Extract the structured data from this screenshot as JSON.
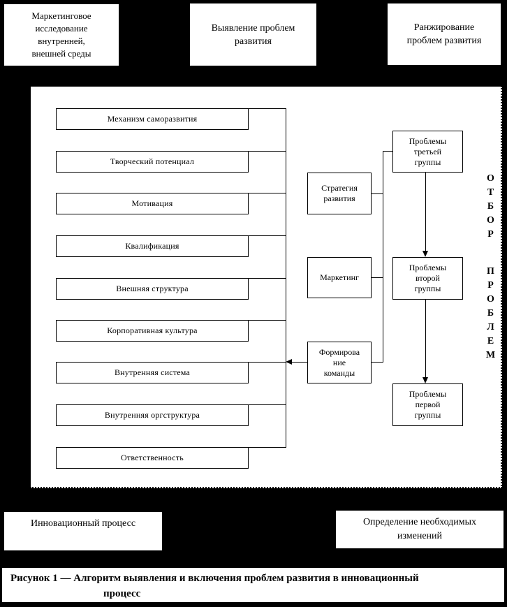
{
  "colors": {
    "background": "#000000",
    "panel": "#ffffff",
    "line": "#000000",
    "text": "#000000"
  },
  "top_row": {
    "box1": "Маркетинговое\nисследование\nвнутренней,\nвнешней среды",
    "box2": "Выявление проблем\nразвития",
    "box3": "Ранжирование\nпроблем развития"
  },
  "diagram": {
    "left_factors": [
      "Механизм саморазвития",
      "Творческий потенциал",
      "Мотивация",
      "Квалификация",
      "Внешняя структура",
      "Корпоративная культура",
      "Внутренняя система",
      "Внутренняя оргструктура",
      "Ответственность"
    ],
    "middle": {
      "strategy": "Стратегия\nразвития",
      "marketing": "Маркетинг",
      "team": "Формирова\nние\nкоманды"
    },
    "right": {
      "group3": "Проблемы\nтретьей\nгруппы",
      "group2": "Проблемы\nвторой\nгруппы",
      "group1": "Проблемы\nпервой\nгруппы"
    },
    "side_label_top": "ОТБОР",
    "side_label_bottom": "ПРОБЛЕМ"
  },
  "bottom_row": {
    "box1": "Инновационный процесс",
    "box2": "Определение необходимых\nизменений"
  },
  "caption": {
    "line1": "Рисунок 1 — Алгоритм выявления и включения проблем развития в инновационный",
    "line2": "процесс"
  }
}
